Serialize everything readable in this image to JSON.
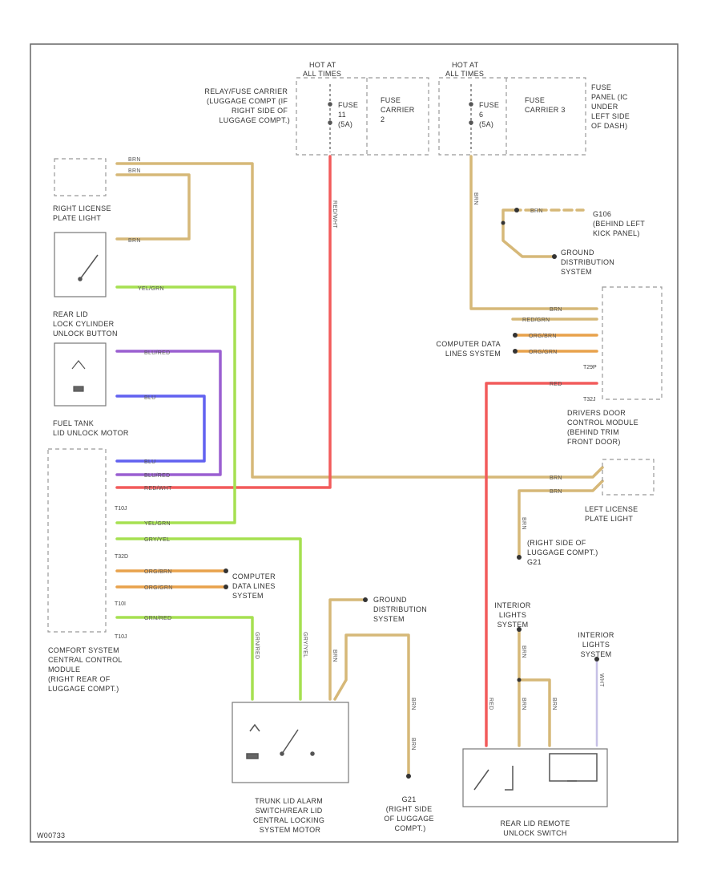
{
  "labels": {
    "hot1": [
      "HOT AT",
      "ALL TIMES"
    ],
    "hot2": [
      "HOT AT",
      "ALL TIMES"
    ],
    "relay_carrier": [
      "RELAY/FUSE CARRIER",
      "(LUGGAGE COMPT (IF",
      "RIGHT SIDE OF",
      "LUGGAGE COMPT.)"
    ],
    "fuse1": [
      "FUSE",
      "11",
      "(5A)"
    ],
    "fuse_carrier2": [
      "FUSE",
      "CARRIER",
      "2"
    ],
    "fuse2": [
      "FUSE",
      "6",
      "(5A)"
    ],
    "fuse_carrier3": [
      "FUSE",
      "CARRIER 3"
    ],
    "fuse_panel": [
      "FUSE",
      "PANEL (IC",
      "UNDER",
      "LEFT SIDE",
      "OF DASH)"
    ],
    "right_plate": [
      "RIGHT LICENSE",
      "PLATE LIGHT"
    ],
    "lock_cyl": [
      "REAR LID",
      "LOCK CYLINDER",
      "UNLOCK BUTTON"
    ],
    "fuel_tank": [
      "FUEL TANK",
      "LID UNLOCK MOTOR"
    ],
    "comfort": [
      "COMFORT SYSTEM",
      "CENTRAL CONTROL",
      "MODULE",
      "(RIGHT REAR OF",
      "LUGGAGE COMPT.)"
    ],
    "computer1": [
      "COMPUTER",
      "DATA LINES",
      "SYSTEM"
    ],
    "ground1": [
      "GROUND",
      "DISTRIBUTION",
      "SYSTEM"
    ],
    "trunk": [
      "TRUNK LID ALARM",
      "SWITCH/REAR LID",
      "CENTRAL LOCKING",
      "SYSTEM MOTOR"
    ],
    "g21": [
      "G21",
      "(RIGHT SIDE",
      "OF LUGGAGE",
      "COMPT.)"
    ],
    "kick": [
      "G106",
      "(BEHIND LEFT",
      "KICK PANEL)"
    ],
    "ground2": [
      "GROUND",
      "DISTRIBUTION",
      "SYSTEM"
    ],
    "computer2": [
      "COMPUTER DATA",
      "LINES SYSTEM"
    ],
    "driver_door": [
      "DRIVERS DOOR",
      "CONTROL MODULE",
      "(BEHIND TRIM",
      "FRONT DOOR)"
    ],
    "left_plate": [
      "LEFT LICENSE",
      "PLATE LIGHT"
    ],
    "g21_2": [
      "(RIGHT SIDE OF",
      "LUGGAGE COMPT.)",
      "G21"
    ],
    "interior1": [
      "INTERIOR",
      "LIGHTS",
      "SYSTEM"
    ],
    "interior2": [
      "INTERIOR",
      "LIGHTS",
      "SYSTEM"
    ],
    "rear_remote": [
      "REAR LID REMOTE",
      "UNLOCK SWITCH"
    ],
    "footer": "W00733"
  },
  "wires": {
    "brn": "BRN",
    "yel_grn": "YEL/GRN",
    "blu_red": "BLU/RED",
    "blu": "BLU",
    "red_wht": "RED/WHT",
    "gry_yel": "GRY/YEL",
    "org_brn": "ORG/BRN",
    "org_grn": "ORG/GRN",
    "grn_red": "GRN/RED",
    "red": "RED",
    "red_grn": "RED/GRN",
    "wht": "WHT"
  },
  "connectors": {
    "t10j": "T10J",
    "t32d": "T32D",
    "t10i": "T10I",
    "t29p": "T29P",
    "t32j": "T32J"
  },
  "colors": {
    "brn": "#d6b878",
    "red": "#f25b5b",
    "ygrn": "#a6e051",
    "purple": "#9a5fd1",
    "blue": "#6161f0",
    "orange": "#e8a24c",
    "box": "#777777"
  }
}
